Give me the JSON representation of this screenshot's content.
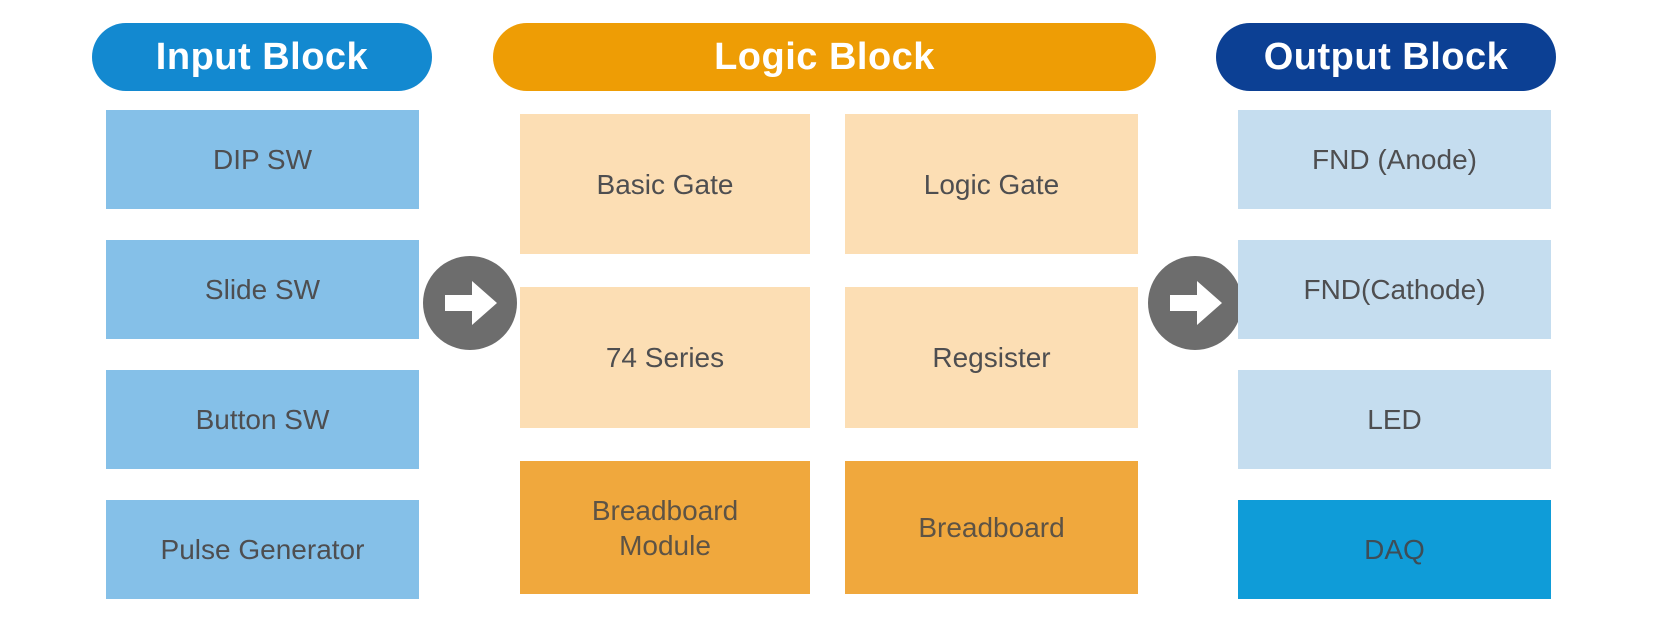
{
  "diagram": {
    "input_block": {
      "header": "Input Block",
      "items": [
        "DIP SW",
        "Slide SW",
        "Button SW",
        "Pulse Generator"
      ]
    },
    "logic_block": {
      "header": "Logic Block",
      "items": [
        "Basic Gate",
        "Logic Gate",
        "74 Series",
        "Regsister",
        "Breadboard Module",
        "Breadboard"
      ]
    },
    "output_block": {
      "header": "Output Block",
      "items": [
        "FND (Anode)",
        "FND(Cathode)",
        "LED",
        "DAQ"
      ]
    },
    "arrows": [
      {
        "icon": "right-arrow-icon"
      },
      {
        "icon": "right-arrow-icon"
      }
    ]
  },
  "colors": {
    "background": "#ffffff",
    "input-header": "#1389d0",
    "input-item": "#85c0e8",
    "logic-header": "#ee9d05",
    "logic-item-light": "#fcdeb4",
    "logic-item-dark": "#f0a83d",
    "output-header": "#0c4094",
    "output-item-light": "#c5ddef",
    "output-item-daq": "#0f9cd8",
    "arrow-circle": "#6d6d6d",
    "arrow-glyph": "#ffffff",
    "header-text": "#ffffff",
    "item-text": "#4e4e50",
    "item-text-warm": "#5d5345",
    "item-text-daq": "#3e4d56"
  }
}
